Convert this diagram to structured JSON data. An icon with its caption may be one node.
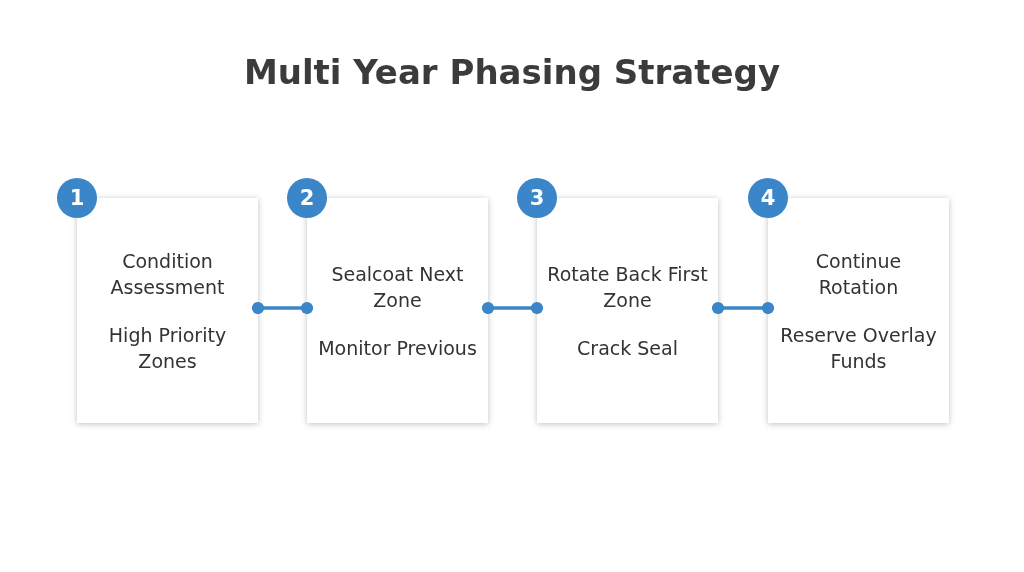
{
  "diagram": {
    "title": "Multi Year Phasing Strategy",
    "nodes": [
      {
        "text": [
          "1"
        ]
      },
      {
        "text": [
          "Condition Assessment",
          "High Priority Zones"
        ]
      },
      {
        "text": [
          "2"
        ]
      },
      {
        "text": [
          "Sealcoat Next Zone",
          "Monitor Previous"
        ]
      },
      {
        "text": [
          "3"
        ]
      },
      {
        "text": [
          "Rotate Back First Zone",
          "Crack Seal"
        ]
      },
      {
        "text": [
          "4"
        ]
      },
      {
        "text": [
          "Continue Rotation",
          "Reserve Overlay Funds"
        ]
      }
    ],
    "edges": [
      {
        "from": 1,
        "to": 3,
        "arrow": "other"
      },
      {
        "from": 3,
        "to": 5,
        "arrow": "other"
      },
      {
        "from": 5,
        "to": 7,
        "arrow": "other"
      }
    ]
  }
}
